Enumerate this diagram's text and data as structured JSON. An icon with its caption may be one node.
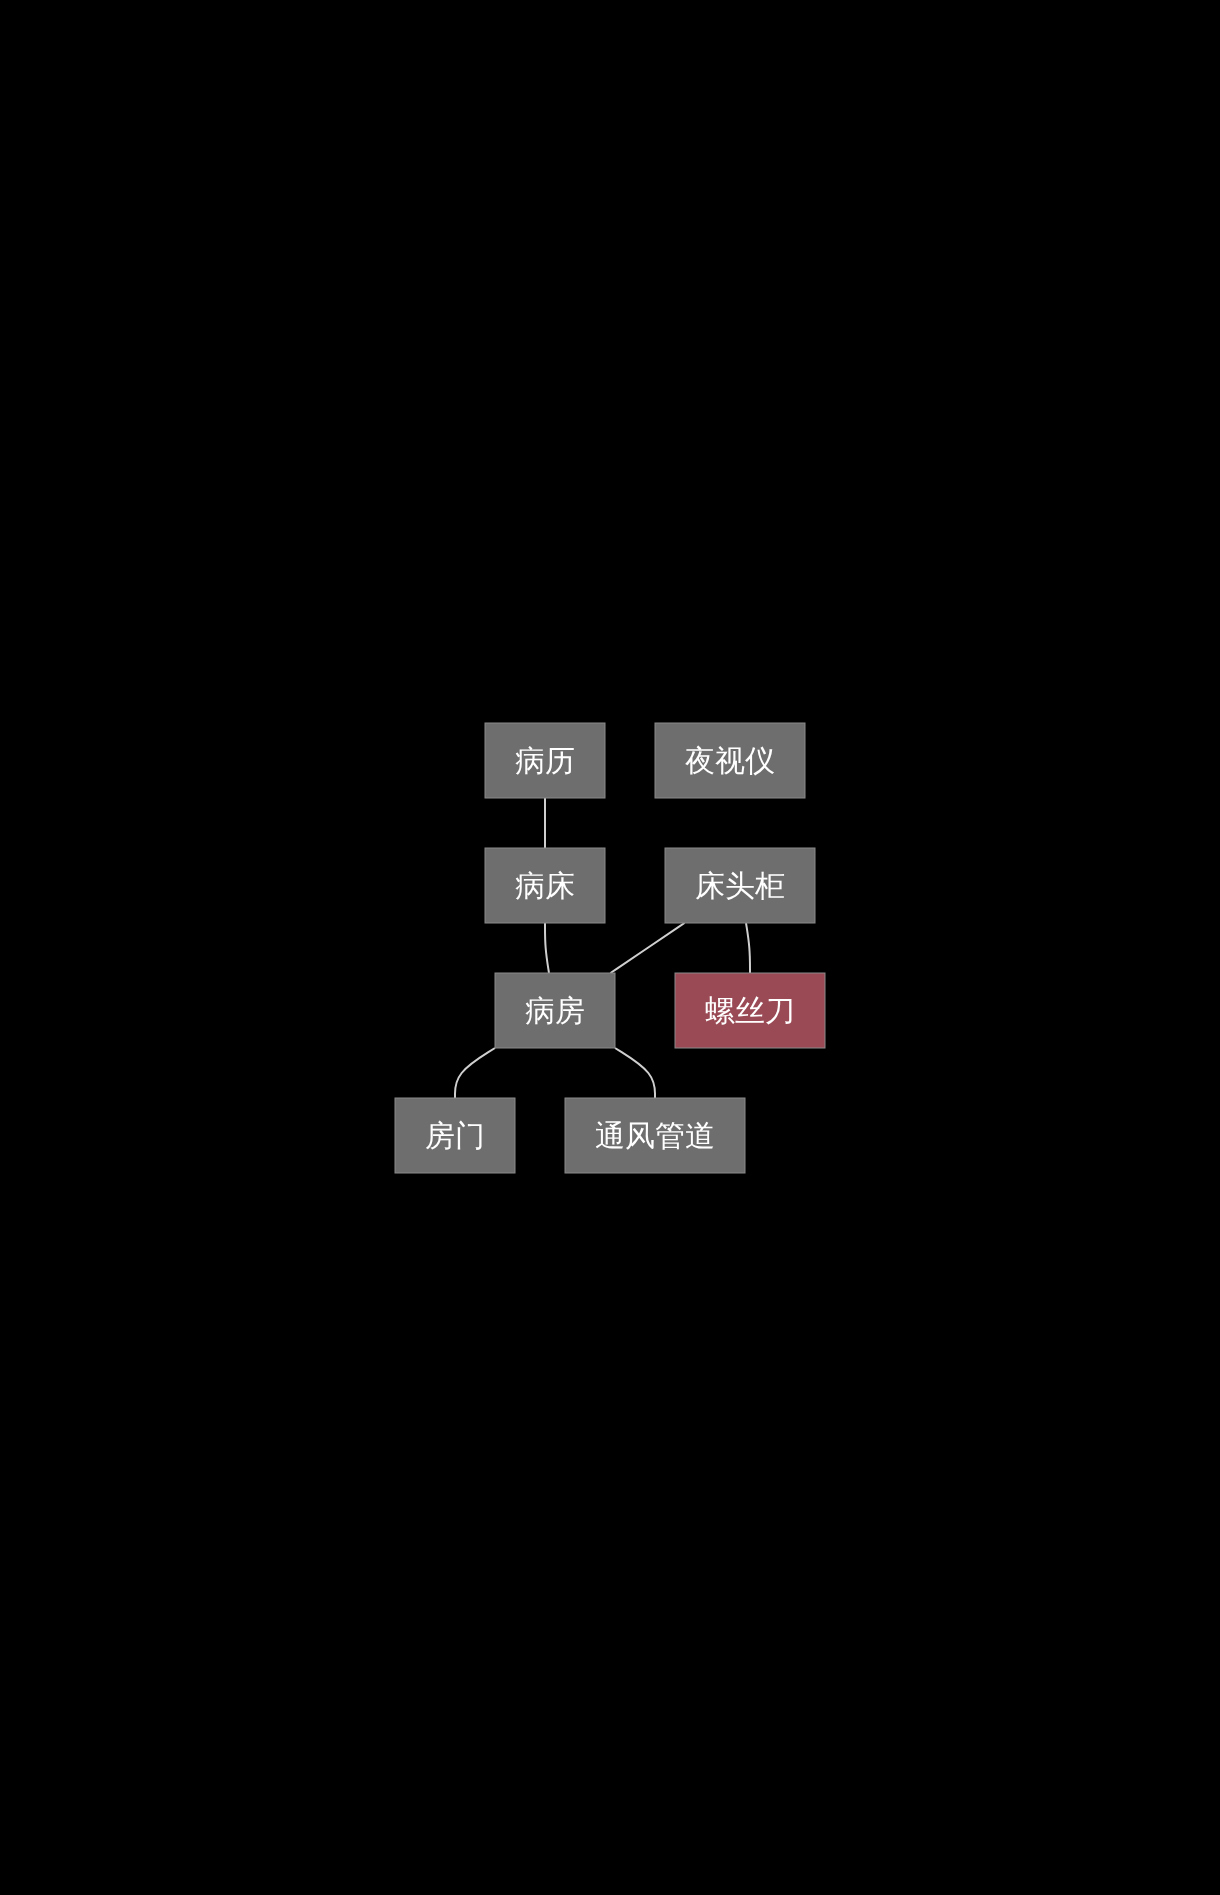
{
  "diagram": {
    "nodes": [
      {
        "text": [
          "病历"
        ]
      },
      {
        "text": [
          "病床"
        ]
      },
      {
        "text": [
          "夜视仪"
        ]
      },
      {
        "text": [
          "床头柜"
        ]
      },
      {
        "text": [
          "病房"
        ]
      },
      {
        "text": [
          "房门"
        ]
      },
      {
        "text": [
          "通风管道"
        ]
      },
      {
        "text": [
          "螺丝刀"
        ]
      }
    ],
    "edges": [
      {
        "from": 0,
        "to": 1,
        "arrow": "none"
      },
      {
        "from": 1,
        "to": 4,
        "arrow": "none"
      },
      {
        "from": 3,
        "to": 4,
        "arrow": "none"
      },
      {
        "from": 4,
        "to": 5,
        "arrow": "none"
      },
      {
        "from": 4,
        "to": 6,
        "arrow": "none"
      },
      {
        "from": 3,
        "to": 7,
        "arrow": "none"
      }
    ]
  }
}
